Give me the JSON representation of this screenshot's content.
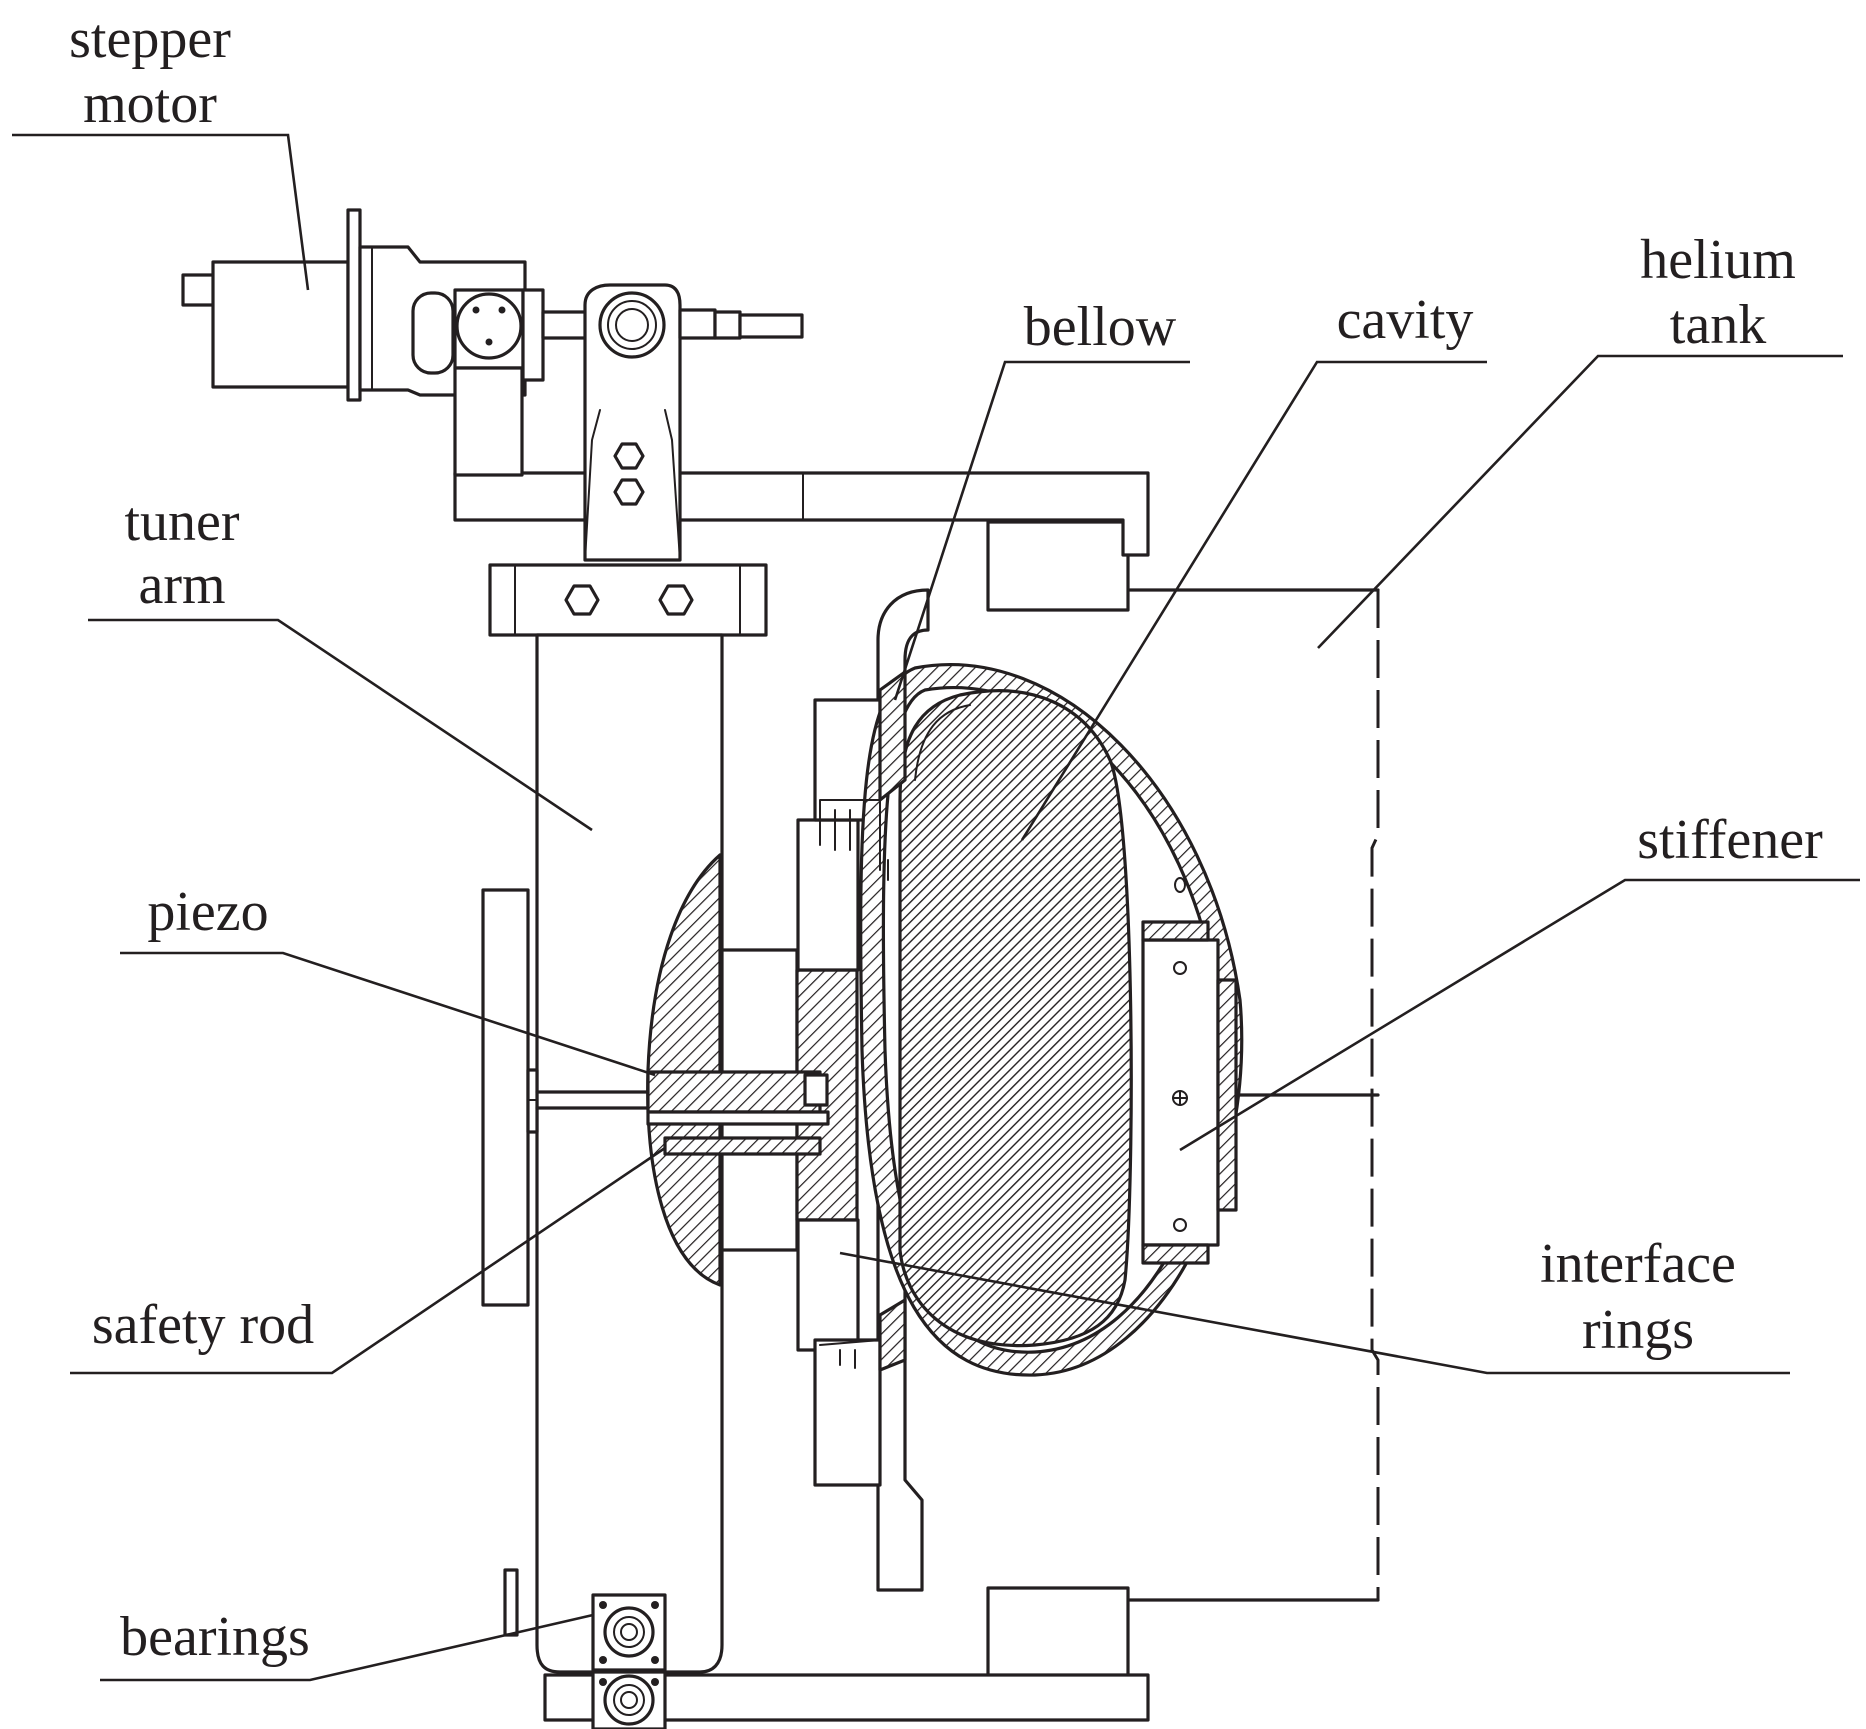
{
  "labels": {
    "stepper_motor": [
      "stepper",
      "motor"
    ],
    "tuner_arm": [
      "tuner",
      "arm"
    ],
    "piezo": "piezo",
    "safety_rod": "safety rod",
    "bearings": "bearings",
    "bellow": "bellow",
    "cavity": "cavity",
    "helium_tank": [
      "helium",
      "tank"
    ],
    "stiffener": "stiffener",
    "interface_rings": [
      "interface",
      "rings"
    ]
  },
  "colors": {
    "ink": "#231f20",
    "background": "#ffffff"
  }
}
